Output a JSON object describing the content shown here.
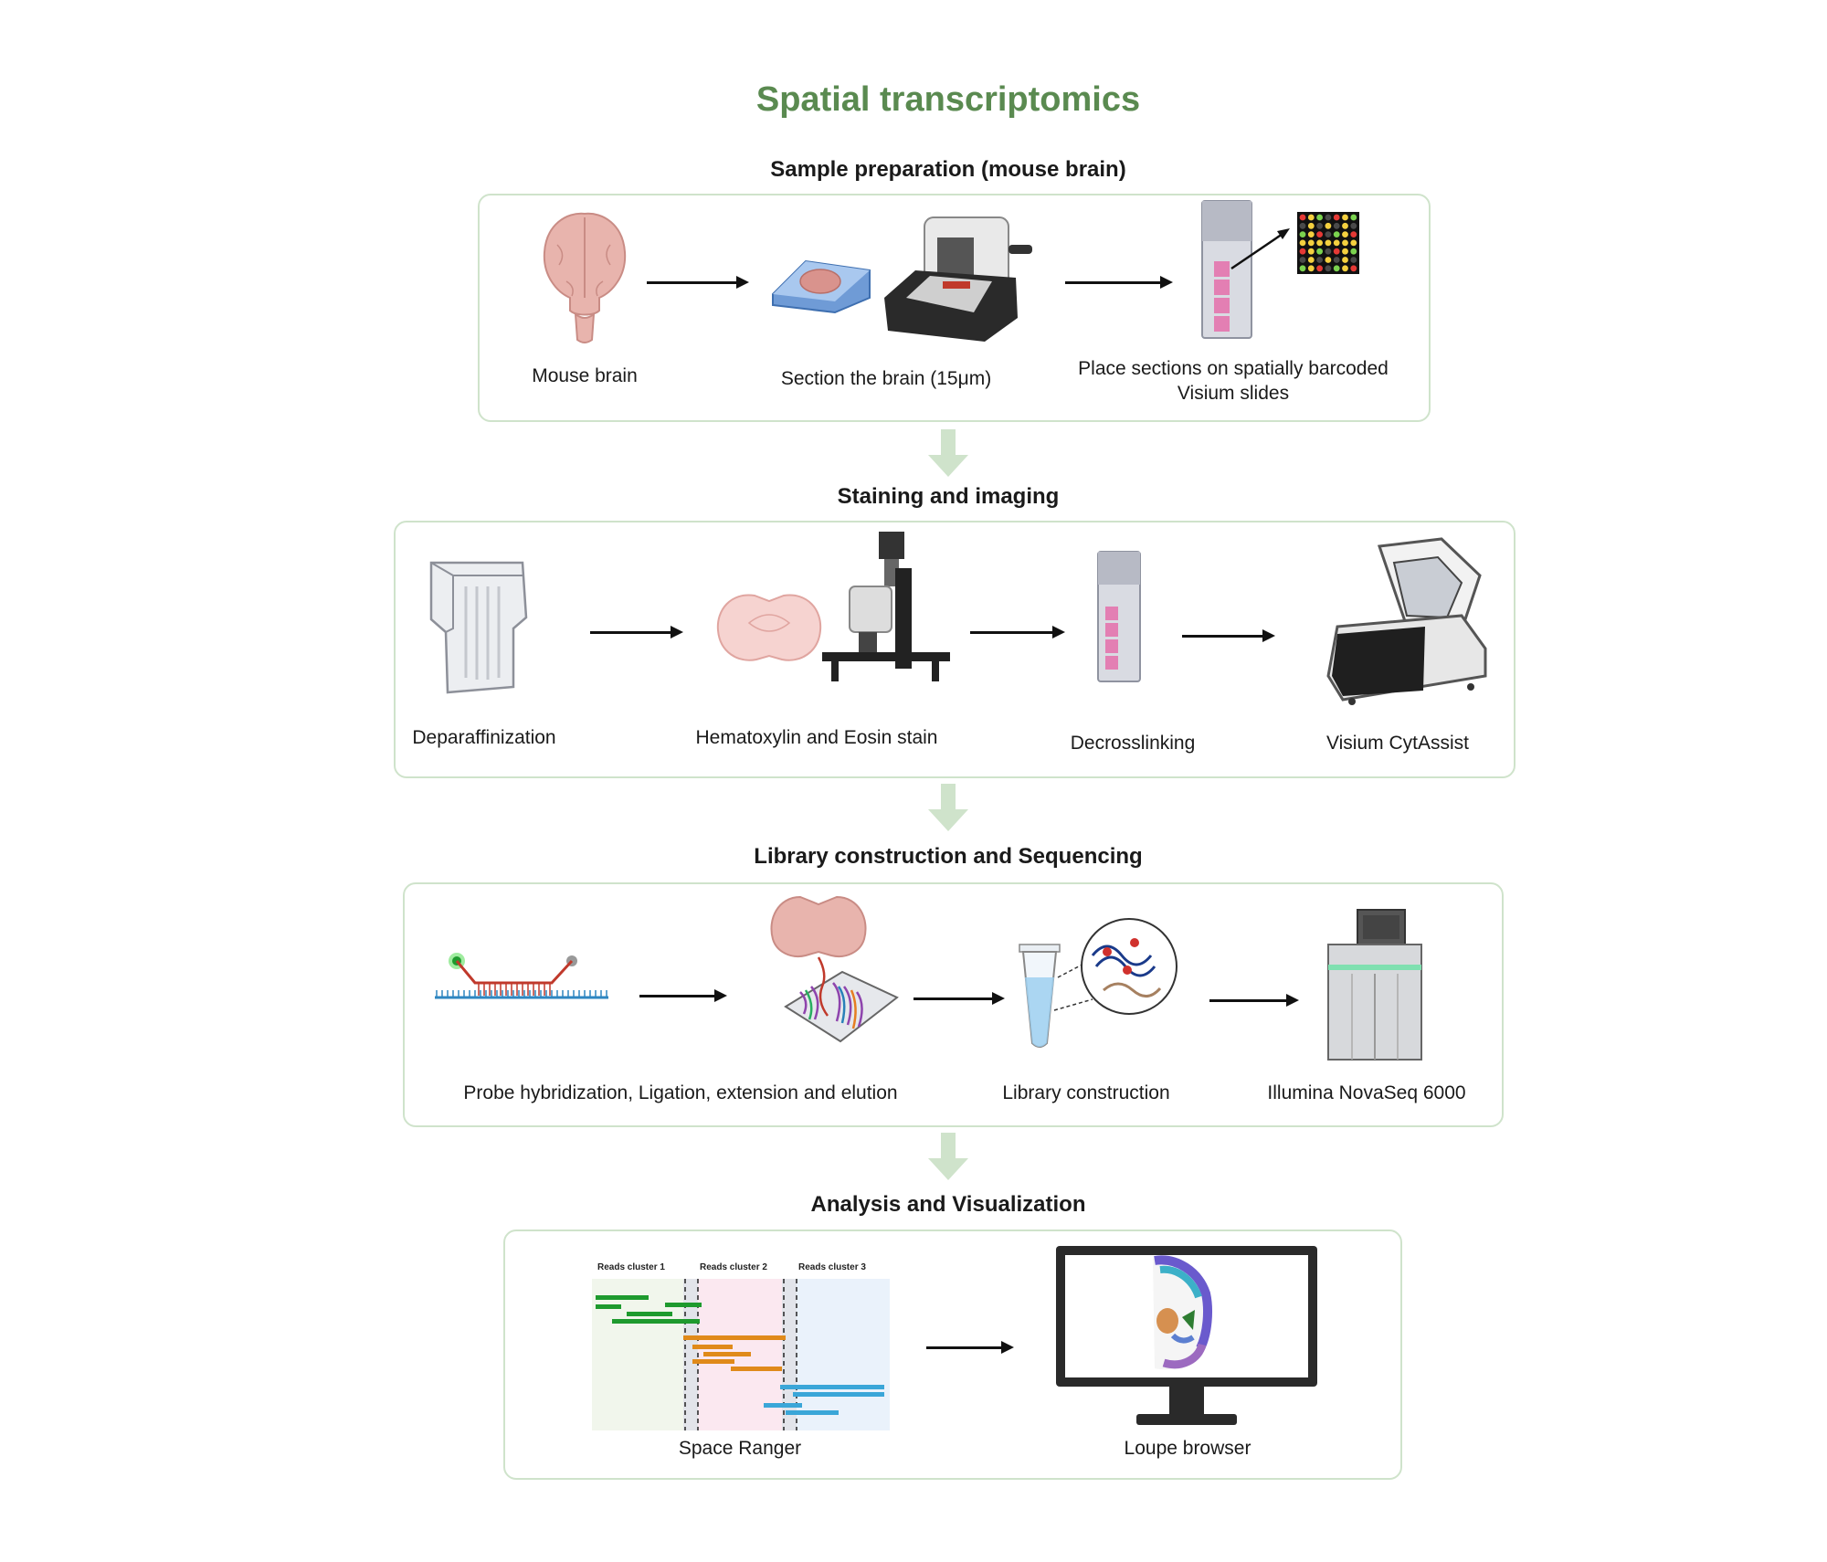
{
  "title": "Spatial transcriptomics",
  "sections": [
    {
      "title": "Sample preparation (mouse brain)",
      "steps": [
        {
          "label": "Mouse brain",
          "icon": "mouse-brain-icon"
        },
        {
          "label": "Section the brain (15μm)",
          "icon": "microtome-icon"
        },
        {
          "label": "Place sections on spatially barcoded Visium slides",
          "icon": "visium-slide-icon"
        }
      ]
    },
    {
      "title": "Staining and imaging",
      "steps": [
        {
          "label": "Deparaffinization",
          "icon": "staining-jar-icon"
        },
        {
          "label": "Hematoxylin and Eosin stain",
          "icon": "microscope-icon"
        },
        {
          "label": "Decrosslinking",
          "icon": "slide-icon"
        },
        {
          "label": "Visium CytAssist",
          "icon": "cytassist-instrument-icon"
        }
      ]
    },
    {
      "title": "Library construction and Sequencing",
      "steps": [
        {
          "label": "Probe hybridization, Ligation, extension and elution",
          "icon": "probe-hybridization-icon"
        },
        {
          "label": "Library construction",
          "icon": "pcr-tube-icon"
        },
        {
          "label": "Illumina NovaSeq 6000",
          "icon": "sequencer-icon"
        }
      ]
    },
    {
      "title": "Analysis and Visualization",
      "steps": [
        {
          "label": "Space Ranger",
          "icon": "reads-cluster-plot-icon"
        },
        {
          "label": "Loupe browser",
          "icon": "monitor-icon"
        }
      ],
      "clusters": [
        "Reads cluster 1",
        "Reads cluster 2",
        "Reads cluster 3"
      ]
    }
  ],
  "colors": {
    "title": "#5a8a50",
    "panel_border": "#cfe3cb",
    "down_arrow": "#cfe3cb",
    "cluster1": "#1e9a2e",
    "cluster2": "#e08a1a",
    "cluster3": "#3aa6d8"
  }
}
